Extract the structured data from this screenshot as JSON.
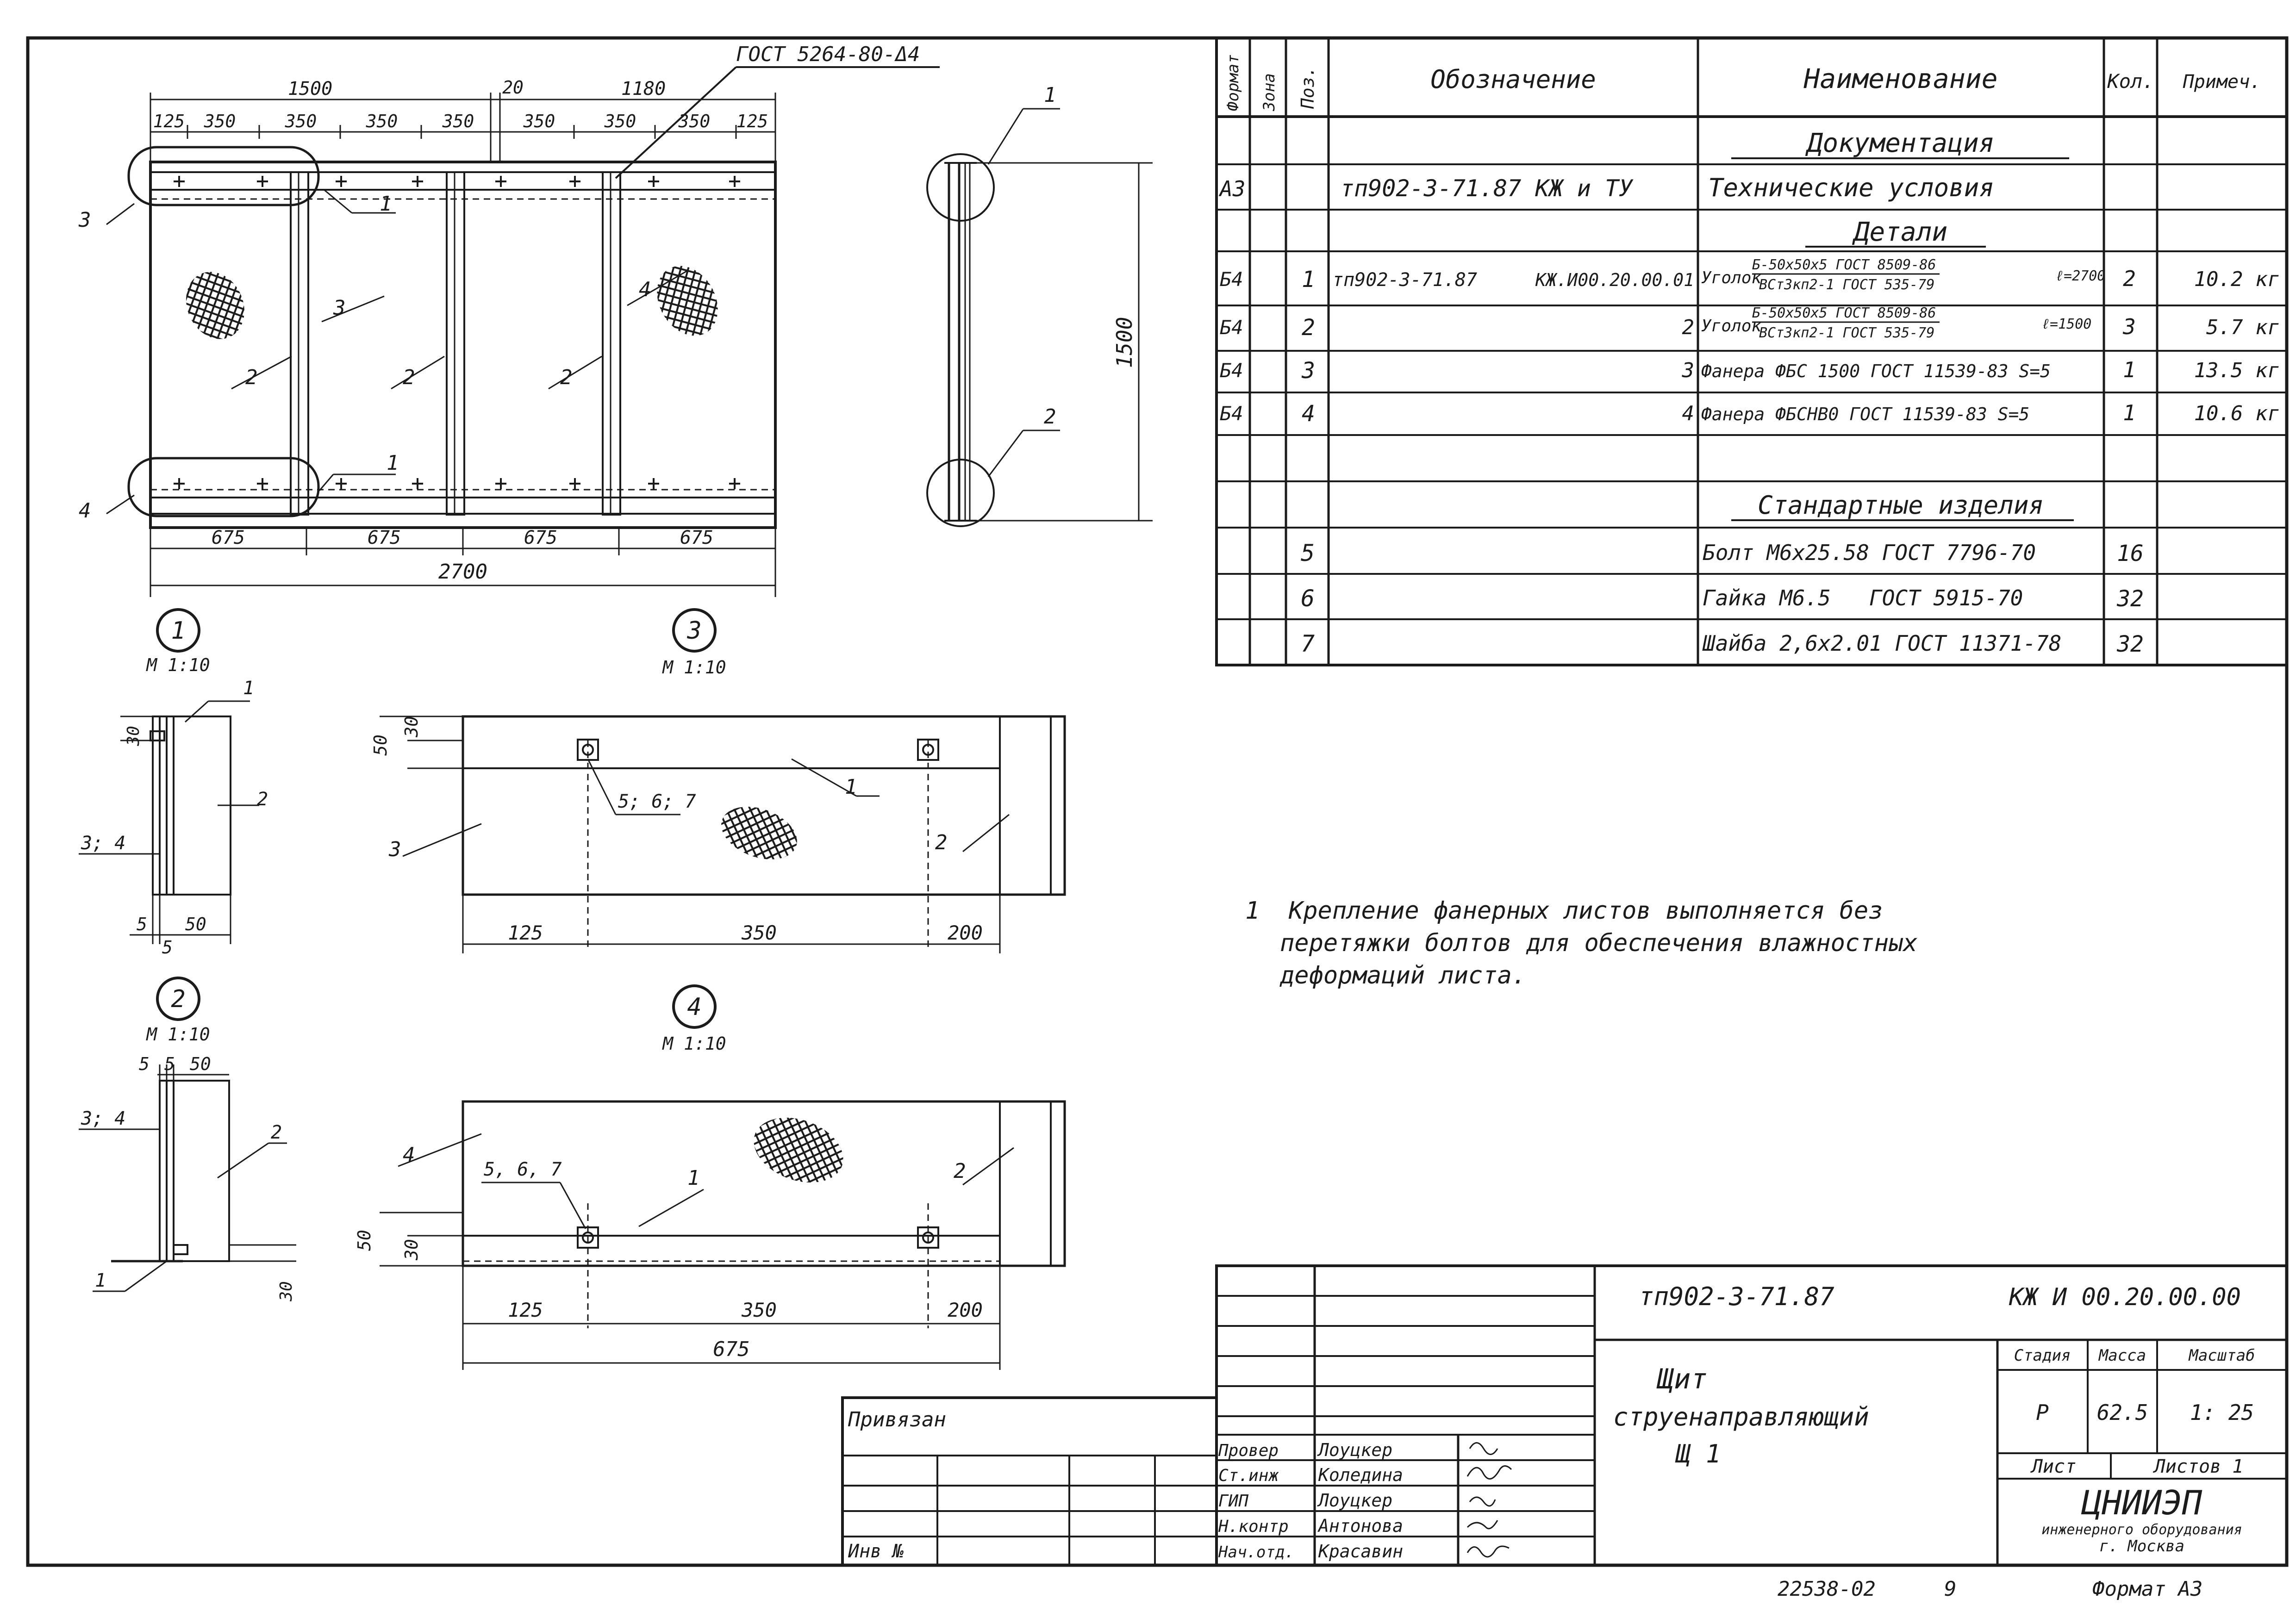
{
  "spec_table": {
    "headers": {
      "format": "Формат",
      "zone": "Зона",
      "pos": "Поз.",
      "designation": "Обозначение",
      "name": "Наименование",
      "qty": "Кол.",
      "note": "Примеч."
    },
    "sections": {
      "documentation": "Документация",
      "details": "Детали",
      "standard": "Стандартные изделия"
    },
    "doc_row": {
      "format": "А3",
      "designation": "тп902-3-71.87 КЖ и ТУ",
      "name": "Технические условия"
    },
    "detail_rows": [
      {
        "format": "Б4",
        "pos": "1",
        "designation": "тп902-3-71.87",
        "code": "КЖ.И00.20.00.01",
        "name_prefix": "Уголок",
        "name_top": "Б-50х50х5 ГОСТ 8509-86",
        "name_bottom": "ВСт3кп2-1 ГОСТ 535-79",
        "length": "ℓ=2700",
        "qty": "2",
        "note": "10.2 кг"
      },
      {
        "format": "Б4",
        "pos": "2",
        "designation": "",
        "code": "2",
        "name_prefix": "Уголок",
        "name_top": "Б-50х50х5 ГОСТ 8509-86",
        "name_bottom": "ВСт3кп2-1 ГОСТ 535-79",
        "length": "ℓ=1500",
        "qty": "3",
        "note": "5.7 кг"
      },
      {
        "format": "Б4",
        "pos": "3",
        "code": "3",
        "name": "Фанера ФБС 1500 ГОСТ 11539-83 S=5",
        "qty": "1",
        "note": "13.5 кг"
      },
      {
        "format": "Б4",
        "pos": "4",
        "code": "4",
        "name": "Фанера ФБСНВ0 ГОСТ 11539-83 S=5",
        "qty": "1",
        "note": "10.6 кг"
      }
    ],
    "standard_rows": [
      {
        "pos": "5",
        "name": "Болт М6х25.58 ГОСТ 7796-70",
        "qty": "16"
      },
      {
        "pos": "6",
        "name": "Гайка М6.5   ГОСТ 5915-70",
        "qty": "32"
      },
      {
        "pos": "7",
        "name": "Шайба 2,6х2.01 ГОСТ 11371-78",
        "qty": "32"
      }
    ]
  },
  "main_view": {
    "top_note": "ГОСТ 5264-80-Δ4",
    "dims_top_left": "1500",
    "dims_gap": "20",
    "dims_top_right": "1180",
    "dims_segments": [
      "125",
      "350",
      "350",
      "350",
      "350",
      "350",
      "350",
      "350",
      "125"
    ],
    "dims_bottom": [
      "675",
      "675",
      "675",
      "675"
    ],
    "dim_total": "2700",
    "dim_height": "1500",
    "callouts": {
      "c1": "1",
      "c2": "2",
      "c3": "3",
      "c4": "4"
    }
  },
  "side_view_callouts": {
    "top": "1",
    "bottom": "2"
  },
  "sections": {
    "s1": {
      "num": "1",
      "scale": "М 1:10",
      "dims": [
        "30",
        "5",
        "50",
        "5"
      ],
      "labels": [
        "1",
        "2",
        "3; 4"
      ]
    },
    "s2": {
      "num": "2",
      "scale": "М 1:10",
      "dims": [
        "5",
        "5",
        "50",
        "30"
      ],
      "labels": [
        "1",
        "2",
        "3; 4"
      ]
    },
    "s3": {
      "num": "3",
      "scale": "М 1:10",
      "dims": [
        "50",
        "30",
        "125",
        "350",
        "200"
      ],
      "labels": [
        "1",
        "2",
        "3",
        "5; 6; 7"
      ]
    },
    "s4": {
      "num": "4",
      "scale": "М 1:10",
      "dims": [
        "50",
        "30",
        "125",
        "350",
        "200",
        "675"
      ],
      "labels": [
        "1",
        "2",
        "4",
        "5, 6, 7"
      ]
    }
  },
  "note": {
    "line1": "1  Крепление фанерных листов выполняется без",
    "line2": "перетяжки болтов для обеспечения влажностных",
    "line3": "деформаций листа."
  },
  "title_block": {
    "project": "тп902-3-71.87",
    "code": "КЖ И 00.20.00.00",
    "title_1": "Щит",
    "title_2": "струенаправляющий",
    "title_3": "Щ 1",
    "stage_h": "Стадия",
    "mass_h": "Масса",
    "scale_h": "Масштаб",
    "stage": "Р",
    "mass": "62.5",
    "scale": "1: 25",
    "sheet_h": "Лист",
    "sheets_h": "Листов 1",
    "org_1": "ЦНИИЭП",
    "org_2": "инженерного оборудования",
    "org_3": "г. Москва",
    "bound": "Привязан",
    "inv": "Инв №",
    "roles": [
      "Провер",
      "Ст.инж",
      "ГИП",
      "Н.контр",
      "Нач.отд."
    ],
    "names": [
      "Лоуцкер",
      "Коледина",
      "Лоуцкер",
      "Антонова",
      "Красавин"
    ]
  },
  "footer": {
    "number": "22538-02",
    "page": "9",
    "format": "Формат А3"
  }
}
